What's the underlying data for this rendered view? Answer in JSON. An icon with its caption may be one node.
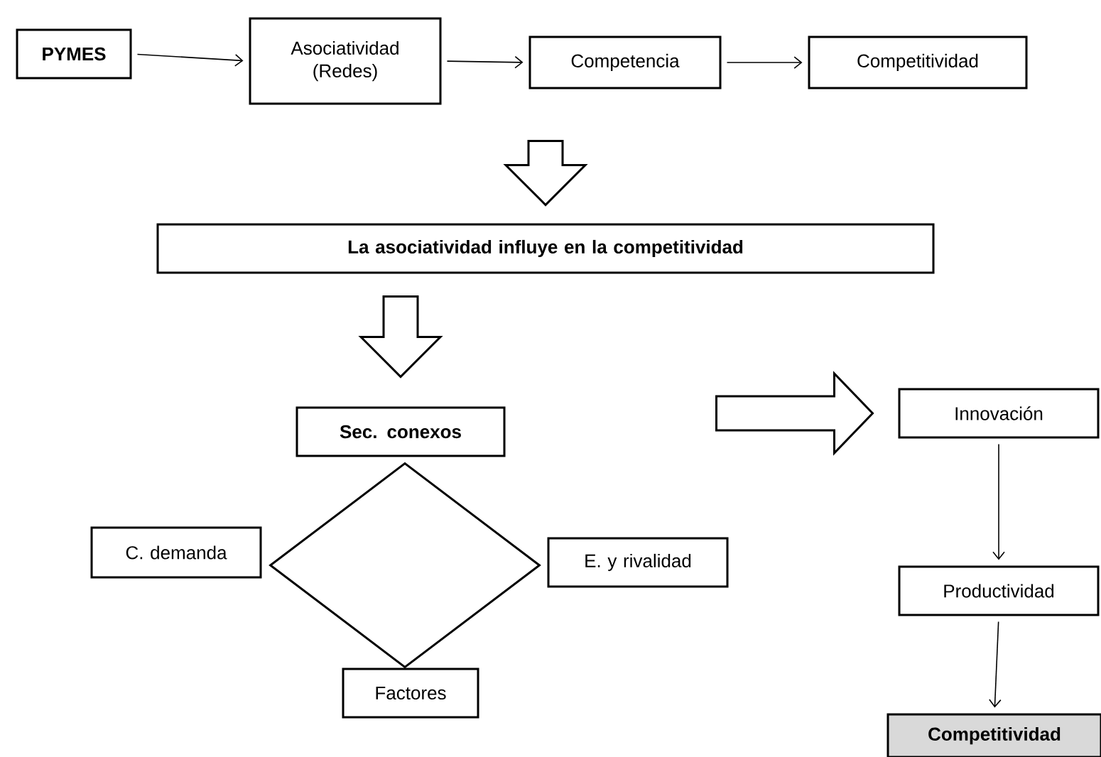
{
  "diagram": {
    "nodes": [
      {
        "text": [
          "PYMES"
        ]
      },
      {
        "text": [
          "Asociatividad (Redes)"
        ]
      },
      {
        "text": [
          "Competencia"
        ]
      },
      {
        "text": [
          "Competitividad"
        ]
      },
      {
        "text": [
          "La asociatividad influye en la competitividad"
        ]
      },
      {
        "text": [
          "Sec. conexos"
        ]
      },
      {
        "text": [],
        "shape": "diamond"
      },
      {
        "text": [
          "C. demanda"
        ]
      },
      {
        "text": [
          "E. y rivalidad"
        ]
      },
      {
        "text": [
          "Factores"
        ]
      },
      {
        "text": [
          "Innovación"
        ]
      },
      {
        "text": [
          "Productividad"
        ]
      },
      {
        "text": [
          "Competitividad"
        ]
      }
    ],
    "edges": [
      {
        "from": 0,
        "to": 1,
        "arrow": "to"
      },
      {
        "from": 1,
        "to": 2,
        "arrow": "to"
      },
      {
        "from": 2,
        "to": 3,
        "arrow": "to"
      },
      {
        "from": null,
        "to": 4,
        "arrow": "to",
        "style": "thick"
      },
      {
        "from": 4,
        "to": 5,
        "arrow": "to",
        "style": "thick"
      },
      {
        "from": null,
        "to": 10,
        "arrow": "to",
        "style": "thick"
      },
      {
        "from": 10,
        "to": 11,
        "arrow": "to"
      },
      {
        "from": 11,
        "to": 12,
        "arrow": "to"
      }
    ]
  }
}
